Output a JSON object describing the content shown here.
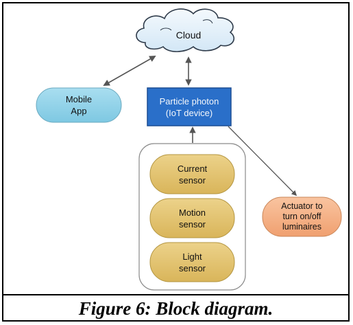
{
  "diagram": {
    "nodes": {
      "cloud": "Cloud",
      "mobile_app": "Mobile\nApp",
      "photon": "Particle photon\n(IoT device)",
      "current_sensor": "Current\nsensor",
      "motion_sensor": "Motion\nsensor",
      "light_sensor": "Light\nsensor",
      "actuator": "Actuator to\nturn on/off\nluminaires"
    },
    "edges": [
      {
        "from": "mobile_app",
        "to": "cloud",
        "direction": "both"
      },
      {
        "from": "photon",
        "to": "cloud",
        "direction": "both"
      },
      {
        "from": "sensor_group",
        "to": "photon",
        "direction": "forward"
      },
      {
        "from": "photon",
        "to": "actuator",
        "direction": "forward"
      }
    ],
    "colors": {
      "cloud_fill": "#e3f1fb",
      "mobile_app_fill": "#8fd3ea",
      "photon_fill": "#2a6fc9",
      "sensor_fill": "#e3c36f",
      "actuator_fill": "#f6b389",
      "arrow": "#555555"
    }
  },
  "caption": "Figure 6: Block diagram."
}
